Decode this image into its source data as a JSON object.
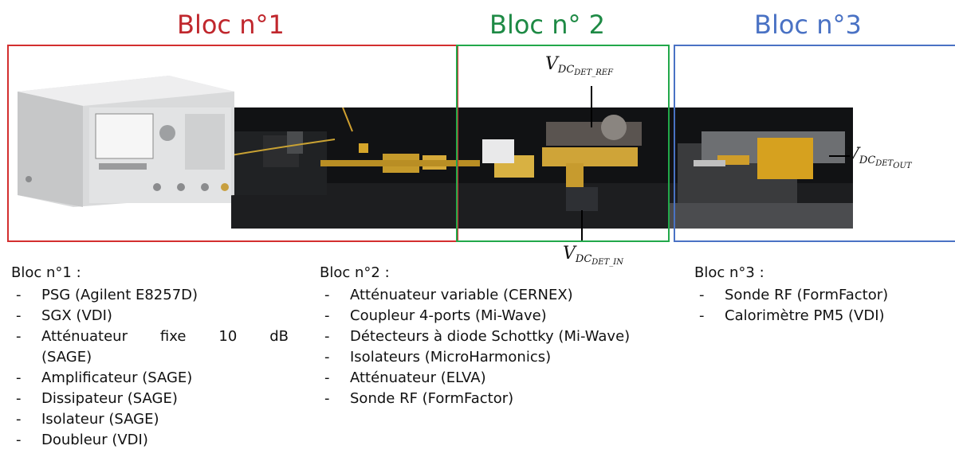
{
  "blocks": [
    {
      "title": "Bloc n°1",
      "color": "#c0272d"
    },
    {
      "title": "Bloc n° 2",
      "color": "#1e8a45"
    },
    {
      "title": "Bloc n°3",
      "color": "#4a72c4"
    }
  ],
  "voltage_labels": {
    "ref": {
      "base": "V",
      "sub1": "DC",
      "sub2": "DET_REF"
    },
    "in": {
      "base": "V",
      "sub1": "DC",
      "sub2": "DET_IN"
    },
    "out": {
      "base": "V",
      "sub1": "DC",
      "sub2": "DET",
      "sub3": "OUT"
    }
  },
  "lists": {
    "bloc1": {
      "heading": "Bloc n°1 :",
      "items": [
        "PSG (Agilent E8257D)",
        "SGX (VDI)",
        "Atténuateur fixe 10 dB (SAGE)",
        "Amplificateur (SAGE)",
        "Dissipateur (SAGE)",
        "Isolateur (SAGE)",
        "Doubleur (VDI)"
      ],
      "attenuator_words": [
        "Atténuateur",
        "fixe",
        "10",
        "dB"
      ],
      "attenuator_cont": "(SAGE)"
    },
    "bloc2": {
      "heading": "Bloc n°2 :",
      "items": [
        "Atténuateur variable (CERNEX)",
        "Coupleur 4-ports (Mi-Wave)",
        "Détecteurs à diode Schottky (Mi-Wave)",
        "Isolateurs (MicroHarmonics)",
        "Atténuateur (ELVA)",
        "Sonde RF (FormFactor)"
      ]
    },
    "bloc3": {
      "heading": "Bloc n°3 :",
      "items": [
        "Sonde RF (FormFactor)",
        "Calorimètre PM5 (VDI)"
      ]
    }
  }
}
